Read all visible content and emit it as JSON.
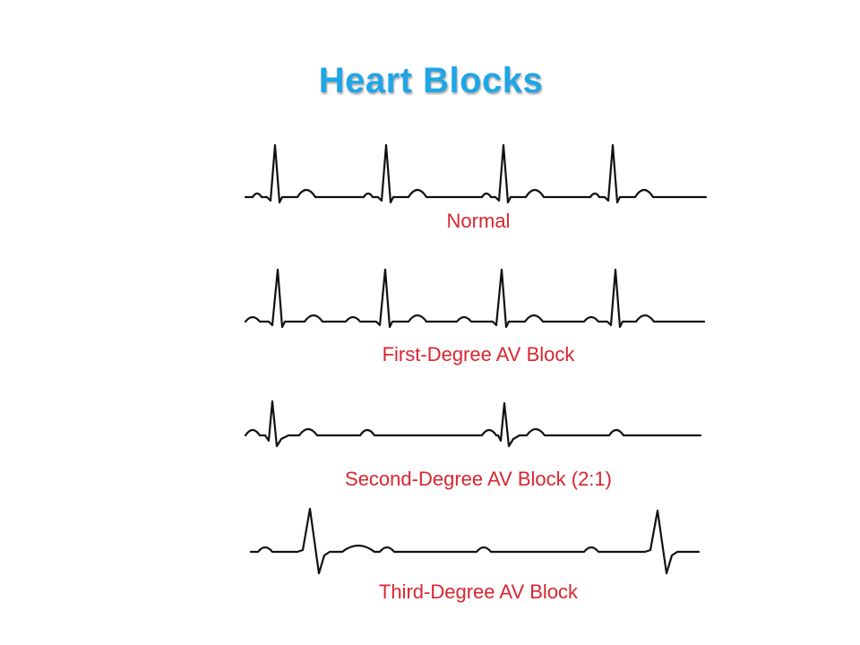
{
  "slide": {
    "title": "Heart Blocks",
    "title_color": "#1fa6e6"
  },
  "strips": [
    {
      "id": "normal",
      "label": "Normal"
    },
    {
      "id": "first",
      "label": "First-Degree AV Block"
    },
    {
      "id": "second",
      "label": "Second-Degree AV Block (2:1)"
    },
    {
      "id": "third",
      "label": "Third-Degree AV Block"
    }
  ],
  "colors": {
    "trace": "#111111",
    "label": "#d9262f"
  }
}
